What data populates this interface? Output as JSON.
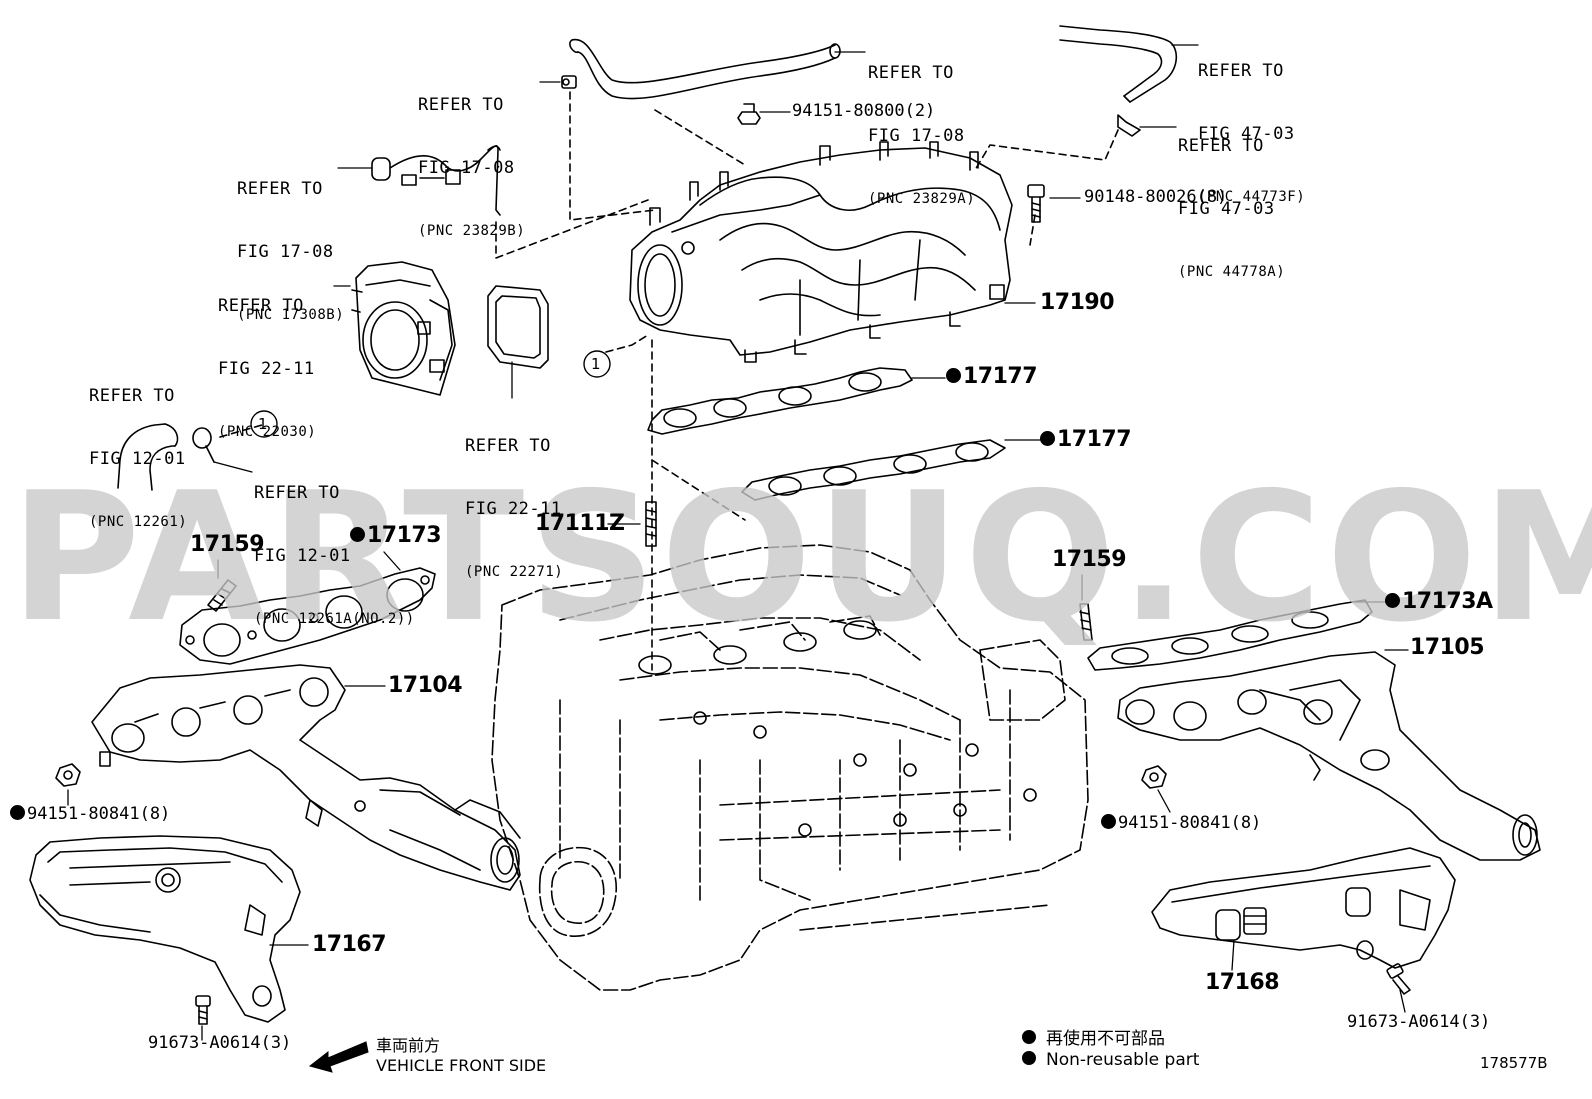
{
  "watermark": "PARTSOUQ.COM",
  "refs": {
    "r1": [
      "REFER TO",
      "FIG 17-08",
      "(PNC 23829B)"
    ],
    "r2": [
      "REFER TO",
      "FIG 17-08",
      "(PNC 23829A)"
    ],
    "r3": [
      "REFER TO",
      "FIG 47-03",
      "(PNC 44773F)"
    ],
    "r4": [
      "REFER TO",
      "FIG 47-03",
      "(PNC 44778A)"
    ],
    "r5": [
      "REFER TO",
      "FIG 17-08",
      "(PNC 17308B)"
    ],
    "r6": [
      "REFER TO",
      "FIG 22-11",
      "(PNC 22030)"
    ],
    "r7": [
      "REFER TO",
      "FIG 22-11",
      "(PNC 22271)"
    ],
    "r8": [
      "REFER TO",
      "FIG 12-01",
      "(PNC 12261)"
    ],
    "r9": [
      "REFER TO",
      "FIG 12-01",
      "(PNC 12261A(NO.2))"
    ]
  },
  "parts": {
    "p_9415180800": "94151-80800(2)",
    "p_9014880026": "90148-80026(8)",
    "p_17190": "17190",
    "p_17177a": "17177",
    "p_17177b": "17177",
    "p_17111z": "17111Z",
    "p_17159l": "17159",
    "p_17173": "17173",
    "p_17104": "17104",
    "p_9415180841l": "94151-80841(8)",
    "p_17167": "17167",
    "p_91673l": "91673-A0614(3)",
    "p_17159r": "17159",
    "p_17173a": "17173A",
    "p_17105": "17105",
    "p_9415180841r": "94151-80841(8)",
    "p_17168": "17168",
    "p_91673r": "91673-A0614(3)"
  },
  "callout_circle": "1",
  "legend": {
    "line1": "再使用不可部品",
    "line2": "Non-reusable part"
  },
  "direction": {
    "line1": "車両前方",
    "line2": "VEHICLE FRONT SIDE"
  },
  "diagram_id": "178577B"
}
